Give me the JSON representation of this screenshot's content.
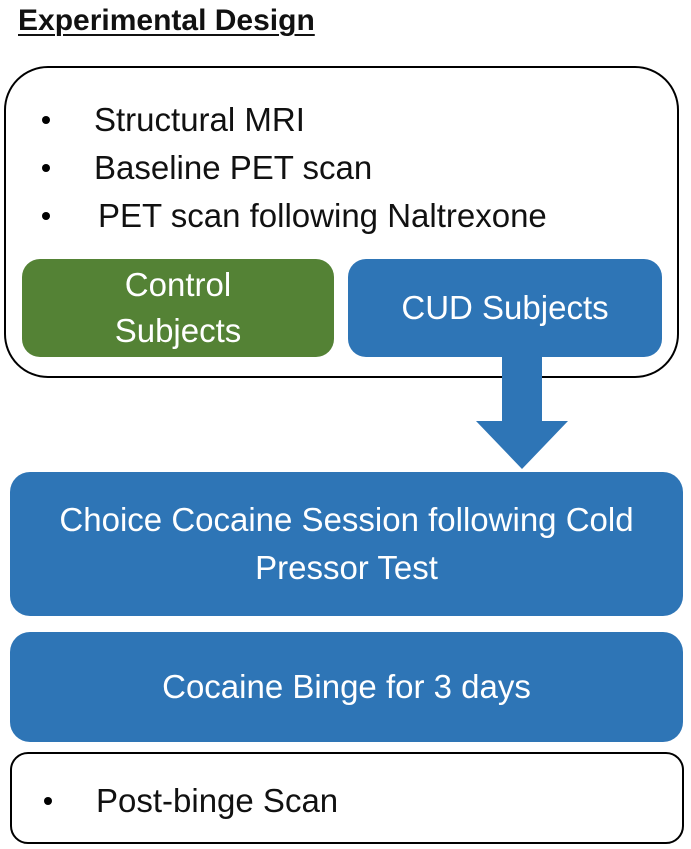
{
  "title": "Experimental Design",
  "scan_box": {
    "items": [
      "Structural MRI",
      "Baseline PET scan",
      "PET scan following Naltrexone"
    ]
  },
  "groups": {
    "control": "Control Subjects",
    "cud": "CUD Subjects"
  },
  "steps": {
    "choice_session": "Choice Cocaine Session following Cold Pressor Test",
    "binge": "Cocaine Binge for 3 days"
  },
  "post_box": {
    "item": "Post-binge Scan"
  },
  "colors": {
    "green": "#548235",
    "blue": "#2e75b6"
  }
}
